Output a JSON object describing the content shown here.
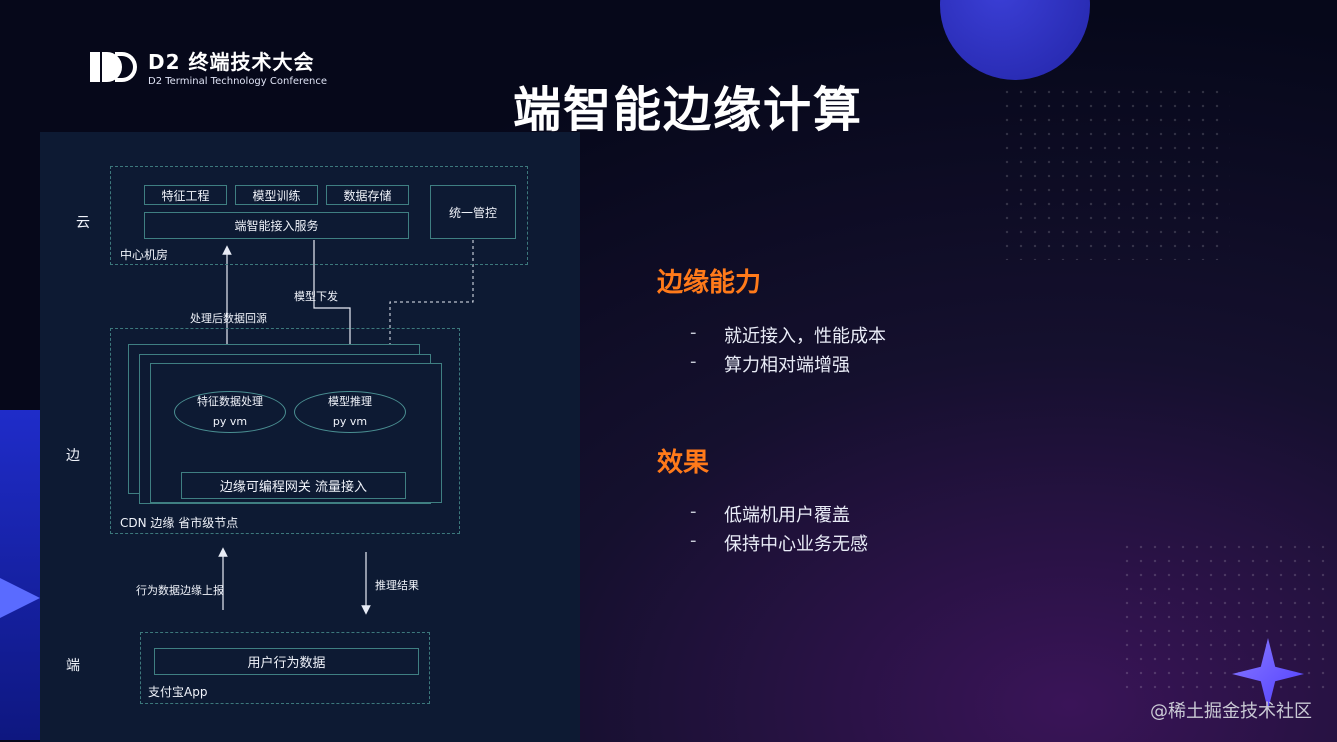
{
  "brand": {
    "logo_main": "D2 终端技术大会",
    "logo_sub": "D2 Terminal Technology Conference"
  },
  "slide": {
    "title": "端智能边缘计算"
  },
  "diagram": {
    "layers": {
      "cloud": "云",
      "edge": "边",
      "device": "端"
    },
    "cloud": {
      "modules": [
        "特征工程",
        "模型训练",
        "数据存储"
      ],
      "access_service": "端智能接入服务",
      "unified_control": "统一管控",
      "container_label": "中心机房"
    },
    "flows": {
      "data_return": "处理后数据回源",
      "model_deliver": "模型下发",
      "behavior_report": "行为数据边缘上报",
      "inference_result": "推理结果"
    },
    "edge": {
      "feature_processing": "特征数据处理",
      "model_inference": "模型推理",
      "runtime": "py vm",
      "gateway": "边缘可编程网关 流量接入",
      "container_label": "CDN 边缘 省市级节点"
    },
    "device": {
      "user_data": "用户行为数据",
      "container_label": "支付宝App"
    }
  },
  "sections": [
    {
      "heading": "边缘能力",
      "items": [
        "就近接入，性能成本",
        "算力相对端增强"
      ]
    },
    {
      "heading": "效果",
      "items": [
        "低端机用户覆盖",
        "保持中心业务无感"
      ]
    }
  ],
  "bullet_marker": "-",
  "watermark": "@稀土掘金技术社区",
  "colors": {
    "accent": "#ff7a1a",
    "diagram_line": "#3f7f82",
    "background": "#06081a"
  }
}
